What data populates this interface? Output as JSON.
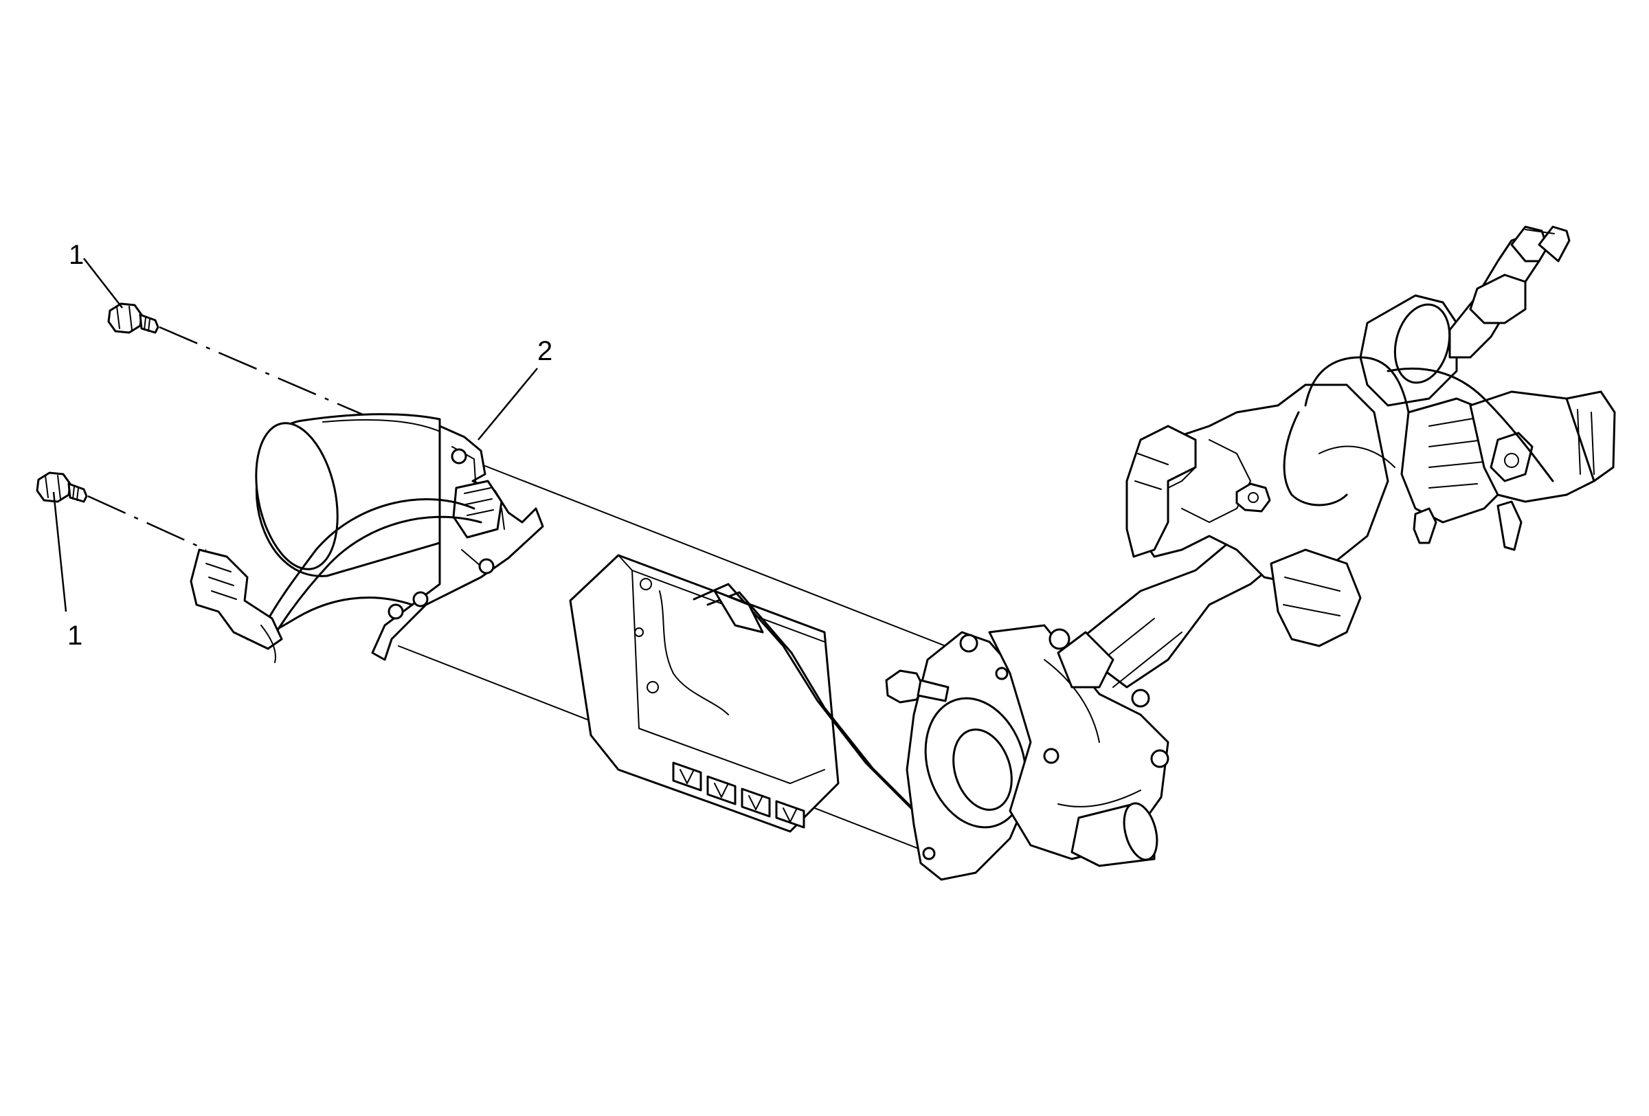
{
  "callouts": [
    {
      "id": "1",
      "label": "1"
    },
    {
      "id": "2",
      "label": "2"
    },
    {
      "id": "1b",
      "label": "1"
    }
  ]
}
